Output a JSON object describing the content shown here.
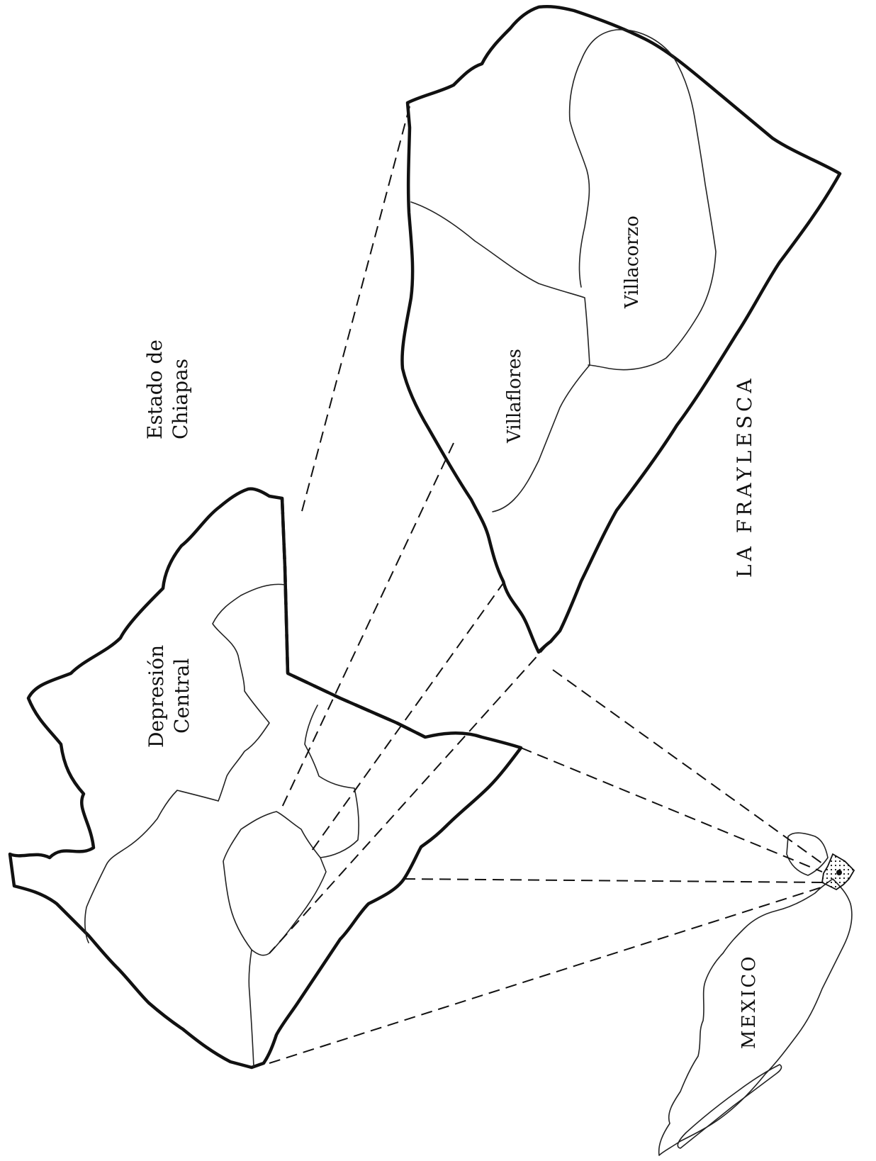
{
  "labels": {
    "state_line1": "Estado de",
    "state_line2": "Chiapas",
    "region_line1": "Depresión",
    "region_line2": "Central",
    "frailesca": "LA FRAYLESCA",
    "villaflores": "Villaflores",
    "villacorzo": "Villacorzo",
    "mexico": "MEXICO"
  },
  "colors": {
    "ink": "#111111",
    "background": "#ffffff",
    "highlight_fill": "dotted"
  }
}
